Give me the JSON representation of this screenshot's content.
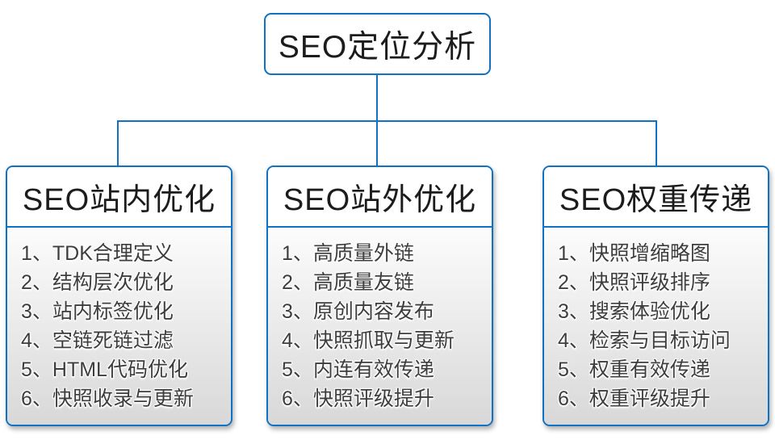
{
  "root": {
    "title": "SEO定位分析"
  },
  "columns": [
    {
      "header": "SEO站内优化",
      "items": [
        "1、TDK合理定义",
        "2、结构层次优化",
        "3、站内标签优化",
        "4、空链死链过滤",
        "5、HTML代码优化",
        "6、快照收录与更新"
      ]
    },
    {
      "header": "SEO站外优化",
      "items": [
        "1、高质量外链",
        "2、高质量友链",
        "3、原创内容发布",
        "4、快照抓取与更新",
        "5、内连有效传递",
        "6、快照评级提升"
      ]
    },
    {
      "header": "SEO权重传递",
      "items": [
        "1、快照增缩略图",
        "2、快照评级排序",
        "3、搜索体验优化",
        "4、检索与目标访问",
        "5、权重有效传递",
        "6、权重评级提升"
      ]
    }
  ],
  "colors": {
    "connector_blue": "#0f72c4",
    "header_text": "#1c1c1c",
    "list_text": "#3d3d3d",
    "list_gradient_top": "#fcfcfc",
    "list_gradient_bottom": "#d8d8d8"
  }
}
